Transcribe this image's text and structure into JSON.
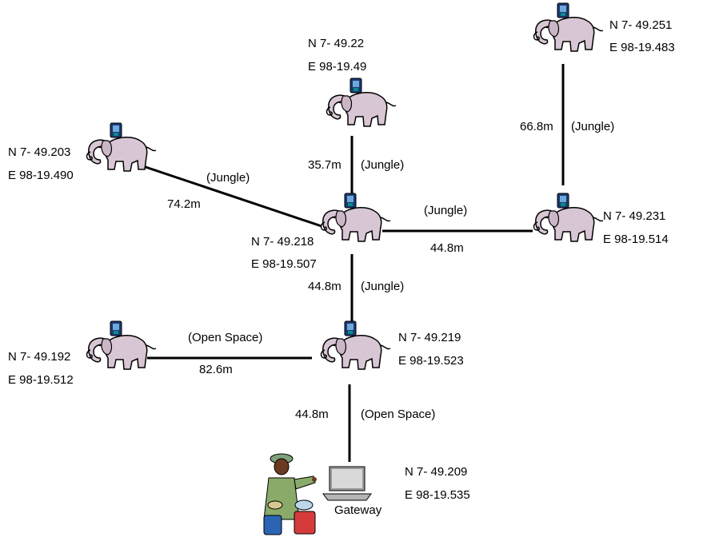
{
  "nodes": [
    {
      "id": "center",
      "lat": "N 7- 49.218",
      "lon": "E 98-19.507"
    },
    {
      "id": "top",
      "lat": "N 7- 49.22",
      "lon": "E 98-19.49"
    },
    {
      "id": "topright",
      "lat": "N 7- 49.251",
      "lon": "E 98-19.483"
    },
    {
      "id": "left",
      "lat": "N 7- 49.203",
      "lon": "E 98-19.490"
    },
    {
      "id": "right",
      "lat": "N 7- 49.231",
      "lon": "E 98-19.514"
    },
    {
      "id": "lower",
      "lat": "N 7- 49.219",
      "lon": "E 98-19.523"
    },
    {
      "id": "lowerleft",
      "lat": "N 7- 49.192",
      "lon": "E 98-19.512"
    },
    {
      "id": "gateway",
      "lat": "N 7- 49.209",
      "lon": "E 98-19.535",
      "label": "Gateway"
    }
  ],
  "links": [
    {
      "id": "center-top",
      "distance": "35.7m",
      "terrain": "(Jungle)"
    },
    {
      "id": "topright-right",
      "distance": "66.8m",
      "terrain": "(Jungle)"
    },
    {
      "id": "left-center",
      "distance": "74.2m",
      "terrain": "(Jungle)"
    },
    {
      "id": "center-right",
      "distance": "44.8m",
      "terrain": "(Jungle)"
    },
    {
      "id": "center-lower",
      "distance": "44.8m",
      "terrain": "(Jungle)"
    },
    {
      "id": "lowerleft-lower",
      "distance": "82.6m",
      "terrain": "(Open Space)"
    },
    {
      "id": "lower-gateway",
      "distance": "44.8m",
      "terrain": "(Open Space)"
    }
  ]
}
